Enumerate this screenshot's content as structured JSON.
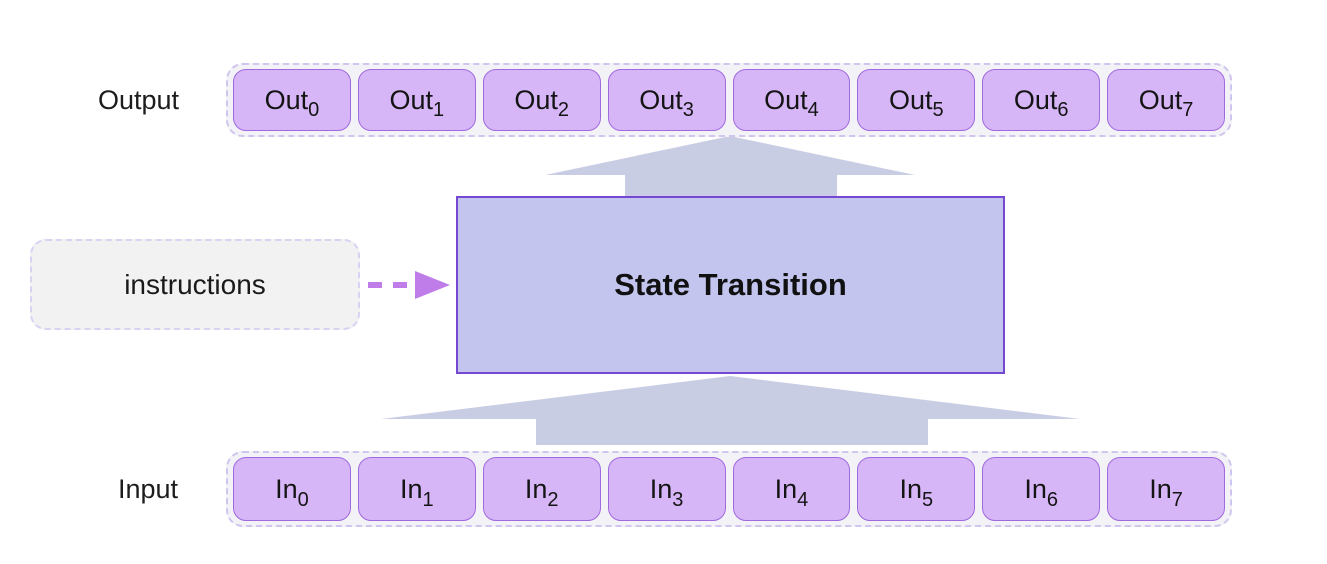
{
  "output": {
    "label": "Output",
    "cells": [
      {
        "base": "Out",
        "sub": "0"
      },
      {
        "base": "Out",
        "sub": "1"
      },
      {
        "base": "Out",
        "sub": "2"
      },
      {
        "base": "Out",
        "sub": "3"
      },
      {
        "base": "Out",
        "sub": "4"
      },
      {
        "base": "Out",
        "sub": "5"
      },
      {
        "base": "Out",
        "sub": "6"
      },
      {
        "base": "Out",
        "sub": "7"
      }
    ]
  },
  "input": {
    "label": "Input",
    "cells": [
      {
        "base": "In",
        "sub": "0"
      },
      {
        "base": "In",
        "sub": "1"
      },
      {
        "base": "In",
        "sub": "2"
      },
      {
        "base": "In",
        "sub": "3"
      },
      {
        "base": "In",
        "sub": "4"
      },
      {
        "base": "In",
        "sub": "5"
      },
      {
        "base": "In",
        "sub": "6"
      },
      {
        "base": "In",
        "sub": "7"
      }
    ]
  },
  "state_box": {
    "label": "State Transition"
  },
  "instructions": {
    "label": "instructions"
  },
  "colors": {
    "text": "#1c1c1e",
    "cell-fill": "#d6b6f7",
    "cell-border": "#a06adf",
    "tray-fill": "#f3f2f6",
    "tray-border": "#cfc5ee",
    "state-box-fill": "#c3c5ee",
    "state-box-border": "#7448d0",
    "big-arrow": "#c9cde4",
    "instructions-fill": "#f2f2f2",
    "instructions-border": "#d9d2f3",
    "dashed-arrow": "#be7de8"
  }
}
